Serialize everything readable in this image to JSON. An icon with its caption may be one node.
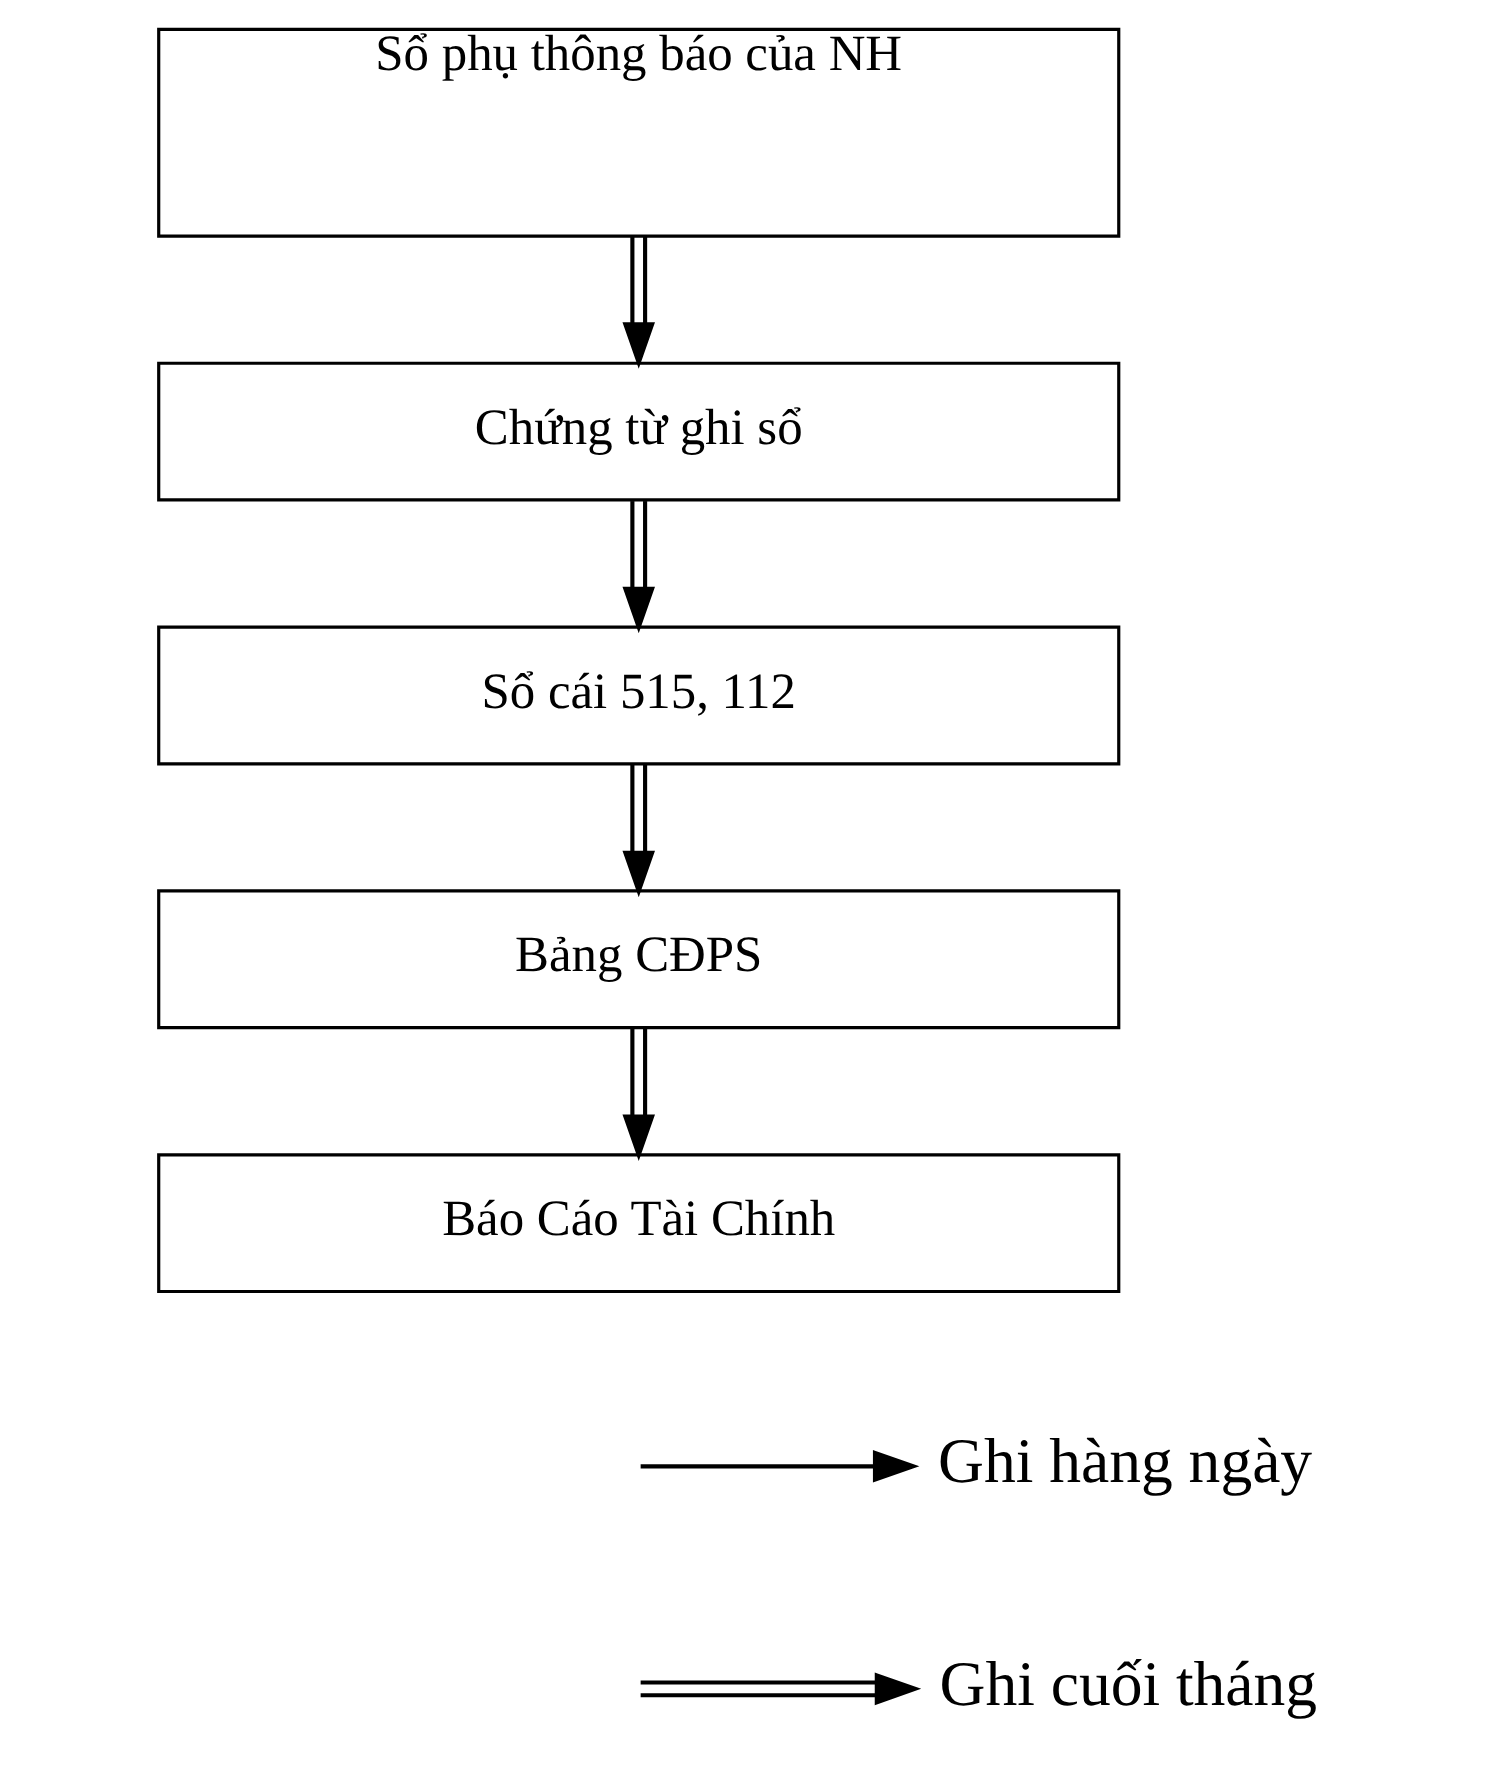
{
  "diagram": {
    "nodes": [
      {
        "text": [
          "Sổ phụ thông báo của NH"
        ]
      },
      {
        "text": [
          "Chứng từ ghi sổ"
        ]
      },
      {
        "text": [
          "Sổ cái 515, 112"
        ]
      },
      {
        "text": [
          "Bảng CĐPS"
        ]
      },
      {
        "text": [
          "Báo Cáo Tài Chính"
        ]
      }
    ],
    "edges": [
      {
        "from": 0,
        "to": 1,
        "arrow": "to"
      },
      {
        "from": 1,
        "to": 2,
        "arrow": "to"
      },
      {
        "from": 2,
        "to": 3,
        "arrow": "to"
      },
      {
        "from": 3,
        "to": 4,
        "arrow": "to"
      }
    ],
    "legend": [
      {
        "text": "Ghi hàng ngày"
      },
      {
        "text": "Ghi cuối tháng"
      }
    ]
  }
}
